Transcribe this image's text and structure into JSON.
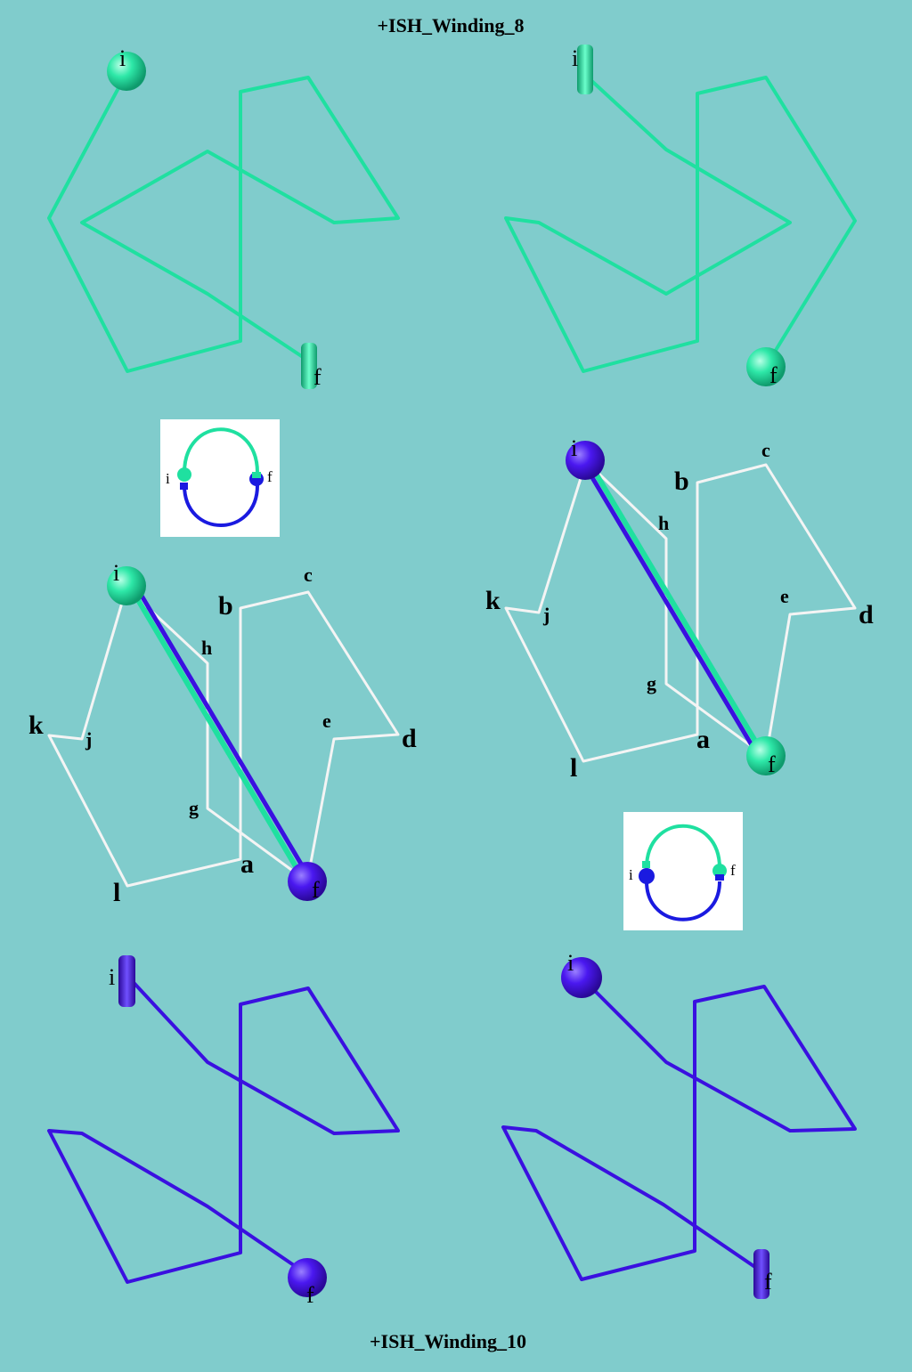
{
  "titles": {
    "top": "+ISH_Winding_8",
    "bottom": "+ISH_Winding_10"
  },
  "colors": {
    "background": "#80cccc",
    "green": "#1fe0a0",
    "blue": "#3a10e0",
    "white": "#f4f4f4",
    "inset_bg": "#ffffff",
    "inset_blue": "#1a1ae0"
  },
  "endpoints": {
    "initial": "i",
    "final": "f"
  },
  "point_labels": {
    "a": "a",
    "b": "b",
    "c": "c",
    "d": "d",
    "e": "e",
    "g": "g",
    "h": "h",
    "j": "j",
    "k": "k",
    "l": "l"
  },
  "inset": {
    "left_label": "i",
    "right_label": "f"
  }
}
